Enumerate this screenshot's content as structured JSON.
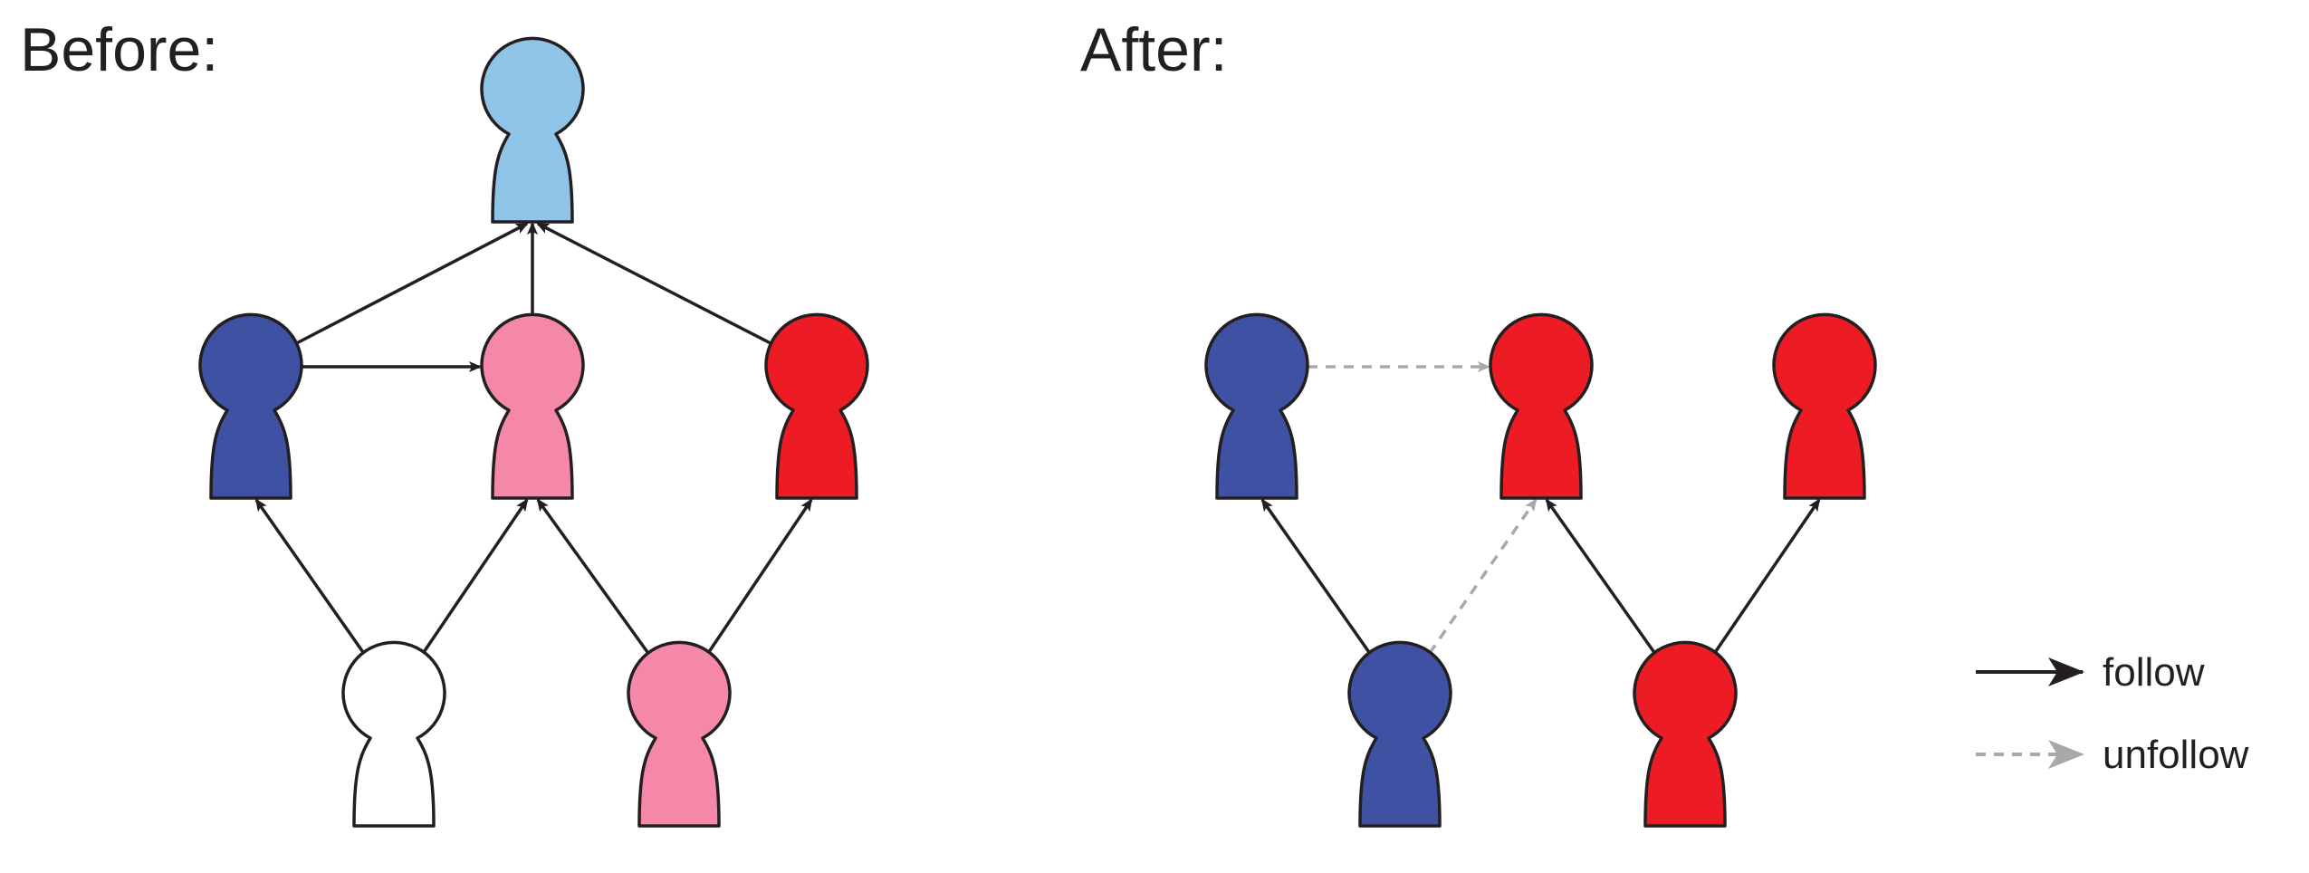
{
  "panels": {
    "before": {
      "title": "Before:"
    },
    "after": {
      "title": "After:"
    }
  },
  "legend": {
    "follow": {
      "label": "follow",
      "color": "#231f20"
    },
    "unfollow": {
      "label": "unfollow",
      "color": "#a7a9ac"
    }
  },
  "colors": {
    "outline": "#231f20",
    "light_blue": "#8fc3e8",
    "dark_blue": "#3f51a3",
    "pink": "#f587a8",
    "red": "#ed1c24",
    "white": "#ffffff",
    "unfollow_gray": "#a7a9ac"
  },
  "before": {
    "nodes": [
      {
        "id": "top",
        "color": "light_blue"
      },
      {
        "id": "mid-left",
        "color": "dark_blue"
      },
      {
        "id": "mid-center",
        "color": "pink"
      },
      {
        "id": "mid-right",
        "color": "red"
      },
      {
        "id": "bottom-left",
        "color": "white"
      },
      {
        "id": "bottom-right",
        "color": "pink"
      }
    ],
    "edges": [
      {
        "from": "mid-left",
        "to": "top",
        "type": "follow"
      },
      {
        "from": "mid-center",
        "to": "top",
        "type": "follow"
      },
      {
        "from": "mid-right",
        "to": "top",
        "type": "follow"
      },
      {
        "from": "mid-left",
        "to": "mid-center",
        "type": "follow"
      },
      {
        "from": "bottom-left",
        "to": "mid-left",
        "type": "follow"
      },
      {
        "from": "bottom-left",
        "to": "mid-center",
        "type": "follow"
      },
      {
        "from": "bottom-right",
        "to": "mid-center",
        "type": "follow"
      },
      {
        "from": "bottom-right",
        "to": "mid-right",
        "type": "follow"
      }
    ]
  },
  "after": {
    "nodes": [
      {
        "id": "mid-left",
        "color": "dark_blue"
      },
      {
        "id": "mid-center",
        "color": "red"
      },
      {
        "id": "mid-right",
        "color": "red"
      },
      {
        "id": "bottom-left",
        "color": "dark_blue"
      },
      {
        "id": "bottom-right",
        "color": "red"
      }
    ],
    "edges": [
      {
        "from": "mid-left",
        "to": "mid-center",
        "type": "unfollow"
      },
      {
        "from": "bottom-left",
        "to": "mid-left",
        "type": "follow"
      },
      {
        "from": "bottom-left",
        "to": "mid-center",
        "type": "unfollow"
      },
      {
        "from": "bottom-right",
        "to": "mid-center",
        "type": "follow"
      },
      {
        "from": "bottom-right",
        "to": "mid-right",
        "type": "follow"
      }
    ]
  }
}
